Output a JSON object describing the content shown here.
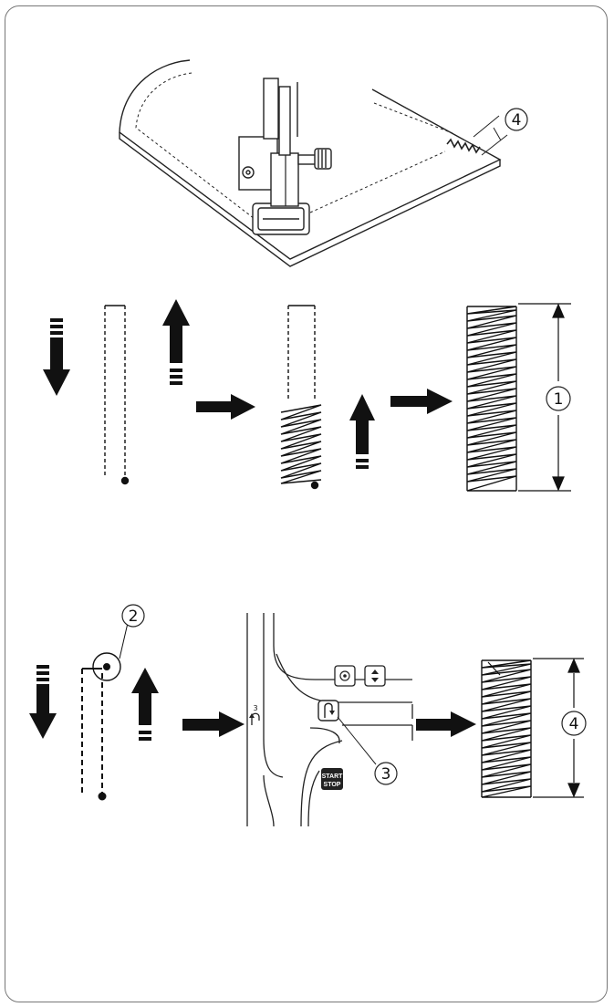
{
  "callouts": {
    "c1": "1",
    "c2": "2",
    "c3": "3",
    "c4": "4"
  },
  "panel": {
    "start_label": "START",
    "stop_label": "STOP",
    "reverse_number": "3"
  },
  "icons": {
    "presser_foot": "presser-foot-icon",
    "needle_up_down": "needle-up-down-icon",
    "reverse": "reverse-stitch-icon",
    "start_stop": "start-stop-icon"
  }
}
